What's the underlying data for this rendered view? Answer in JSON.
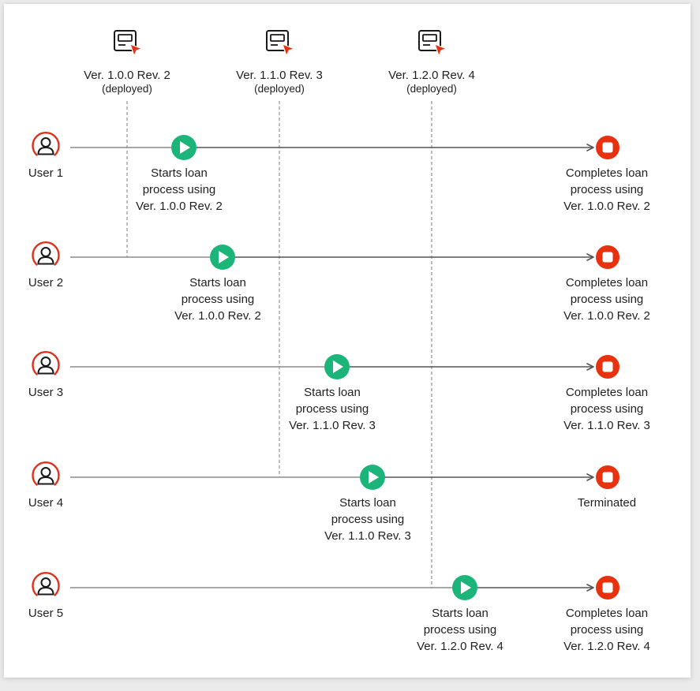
{
  "deployments": [
    {
      "version": "Ver. 1.0.0 Rev. 2",
      "status": "(deployed)"
    },
    {
      "version": "Ver. 1.1.0 Rev. 3",
      "status": "(deployed)"
    },
    {
      "version": "Ver. 1.2.0 Rev. 4",
      "status": "(deployed)"
    }
  ],
  "users": [
    {
      "name": "User 1",
      "start": [
        "Starts loan",
        "process using",
        "Ver. 1.0.0 Rev. 2"
      ],
      "end": [
        "Completes loan",
        "process using",
        "Ver. 1.0.0 Rev. 2"
      ]
    },
    {
      "name": "User 2",
      "start": [
        "Starts loan",
        "process using",
        "Ver. 1.0.0 Rev. 2"
      ],
      "end": [
        "Completes loan",
        "process using",
        "Ver. 1.0.0 Rev. 2"
      ]
    },
    {
      "name": "User 3",
      "start": [
        "Starts loan",
        "process using",
        "Ver. 1.1.0 Rev. 3"
      ],
      "end": [
        "Completes loan",
        "process using",
        "Ver. 1.1.0 Rev. 3"
      ]
    },
    {
      "name": "User 4",
      "start": [
        "Starts loan",
        "process using",
        "Ver. 1.1.0 Rev. 3"
      ],
      "end": [
        "Terminated"
      ]
    },
    {
      "name": "User 5",
      "start": [
        "Starts loan",
        "process using",
        "Ver. 1.2.0 Rev. 4"
      ],
      "end": [
        "Completes loan",
        "process using",
        "Ver. 1.2.0 Rev. 4"
      ]
    }
  ],
  "colors": {
    "user_icon": "#e0301e",
    "start_marker": "#1bb57a",
    "end_marker": "#e8310f",
    "timeline": "#8c8c8c",
    "arrow": "#555555",
    "deploy_line": "#9a9a9a",
    "deploy_icon": "#1a1a1a",
    "deploy_cursor": "#e8310f"
  },
  "icons": {
    "user": "user-icon",
    "deployment": "deployment-icon",
    "start": "play-icon",
    "end": "stop-icon"
  }
}
